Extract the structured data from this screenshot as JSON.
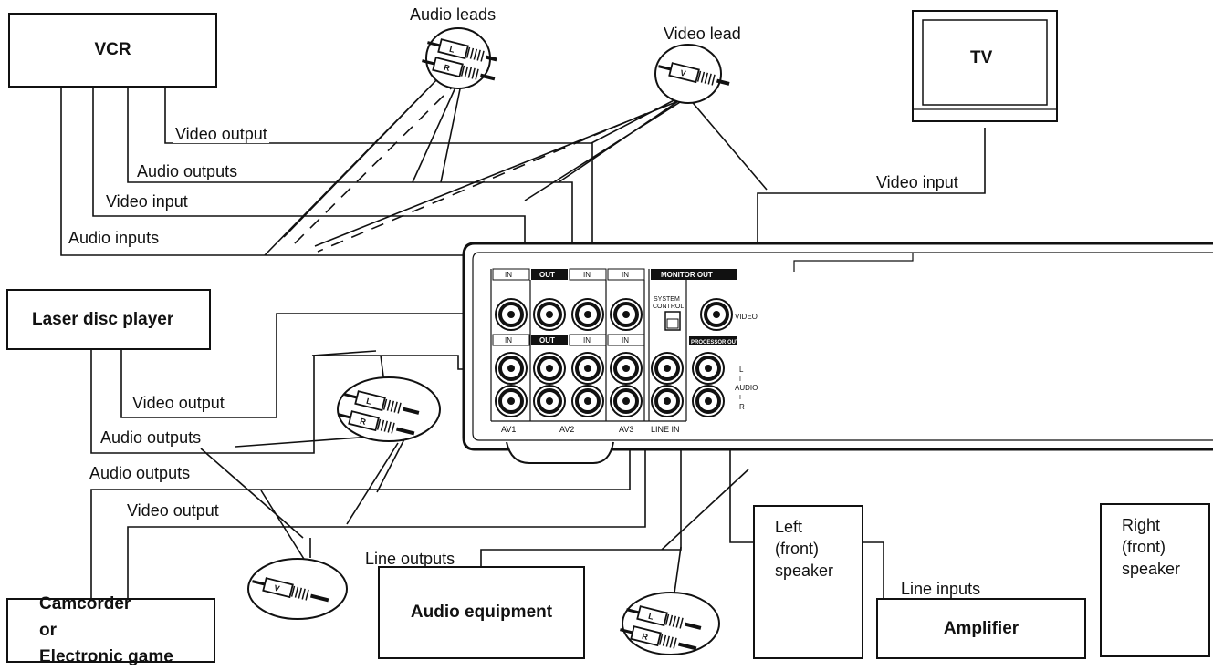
{
  "devices": {
    "vcr": "VCR",
    "tv": "TV",
    "laser_disc": "Laser disc player",
    "camcorder": [
      "Camcorder",
      "or",
      "Electronic game"
    ],
    "audio_equipment": "Audio equipment",
    "amplifier": "Amplifier",
    "left_speaker": [
      "Left",
      "(front)",
      "speaker"
    ],
    "right_speaker": [
      "Right",
      "(front)",
      "speaker"
    ]
  },
  "connection_labels": {
    "vcr_video_output": "Video output",
    "vcr_audio_outputs": "Audio outputs",
    "vcr_video_input": "Video input",
    "vcr_audio_inputs": "Audio inputs",
    "tv_video_input": "Video input",
    "ld_video_output": "Video output",
    "ld_audio_outputs": "Audio outputs",
    "cam_audio_outputs": "Audio outputs",
    "cam_video_output": "Video output",
    "audio_eq_line_outputs": "Line outputs",
    "amp_line_inputs": "Line inputs"
  },
  "lead_captions": {
    "audio_leads": "Audio leads",
    "video_lead": "Video lead"
  },
  "plug_letters": {
    "left": "L",
    "right": "R",
    "video": "V"
  },
  "panel": {
    "headers_top": [
      "IN",
      "OUT",
      "IN",
      "IN"
    ],
    "monitor_out": "MONITOR OUT",
    "headers_mid": [
      "IN",
      "OUT",
      "IN",
      "IN"
    ],
    "system_control": [
      "SYSTEM",
      "CONTROL"
    ],
    "processor_out": "PROCESSOR OUT",
    "video": "VIDEO",
    "audio": "AUDIO",
    "l": "L",
    "r": "R",
    "bottom_labels": [
      "AV1",
      "AV2",
      "AV3",
      "LINE IN"
    ]
  }
}
